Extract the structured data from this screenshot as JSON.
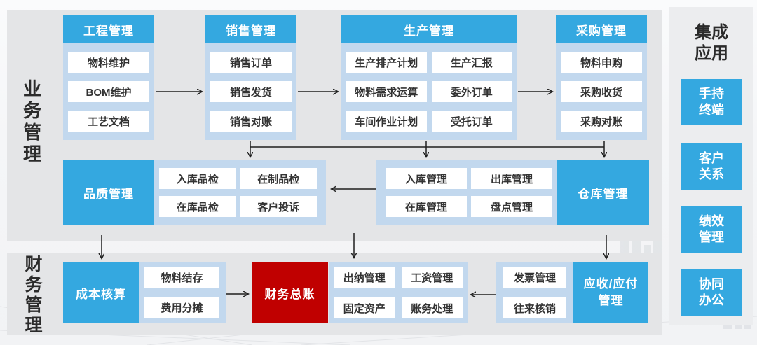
{
  "colors": {
    "blue": "#34a8e0",
    "light_blue": "#c2d8ee",
    "red": "#c00000",
    "band_gray": "#e4e5e7",
    "panel_gray": "#ecedef"
  },
  "side_labels": {
    "business": "业务管理",
    "finance": "财务管理"
  },
  "top_groups": [
    {
      "title": "工程管理",
      "items": [
        "物料维护",
        "BOM维护",
        "工艺文档"
      ]
    },
    {
      "title": "销售管理",
      "items": [
        "销售订单",
        "销售发货",
        "销售对账"
      ]
    },
    {
      "title": "生产管理",
      "items": [
        "生产排产计划",
        "生产汇报",
        "物料需求运算",
        "委外订单",
        "车间作业计划",
        "受托订单"
      ]
    },
    {
      "title": "采购管理",
      "items": [
        "物料申购",
        "采购收货",
        "采购对账"
      ]
    }
  ],
  "middle_groups": [
    {
      "title": "品质管理",
      "items": [
        "入库品检",
        "在制品检",
        "在库品检",
        "客户投诉"
      ]
    },
    {
      "title": "仓库管理",
      "items": [
        "入库管理",
        "出库管理",
        "在库管理",
        "盘点管理"
      ]
    }
  ],
  "bottom_groups": [
    {
      "title": "成本核算",
      "items": [
        "物料结存",
        "费用分摊"
      ]
    },
    {
      "title": "财务总账"
    },
    {
      "items": [
        "出纳管理",
        "工资管理",
        "固定资产",
        "账务处理"
      ]
    },
    {
      "title": "应收/应付\n管理",
      "items": [
        "发票管理",
        "往来核销"
      ]
    }
  ],
  "right_panel": {
    "title": "集成\n应用",
    "items": [
      "手持\n终端",
      "客户\n关系",
      "绩效\n管理",
      "协同\n办公"
    ]
  }
}
